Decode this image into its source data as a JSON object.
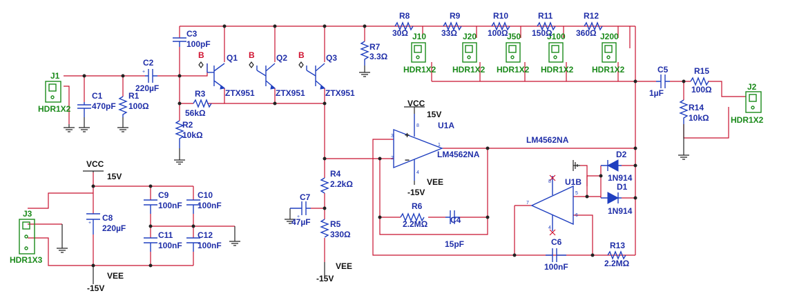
{
  "components": {
    "J1": {
      "ref": "J1",
      "part": "HDR1X2"
    },
    "J2": {
      "ref": "J2",
      "part": "HDR1X2"
    },
    "J3": {
      "ref": "J3",
      "part": "HDR1X3"
    },
    "J10": {
      "ref": "J10",
      "part": "HDR1X2"
    },
    "J20": {
      "ref": "J20",
      "part": "HDR1X2"
    },
    "J50": {
      "ref": "J50",
      "part": "HDR1X2"
    },
    "J100": {
      "ref": "J100",
      "part": "HDR1X2"
    },
    "J200": {
      "ref": "J200",
      "part": "HDR1X2"
    },
    "C1": {
      "ref": "C1",
      "value": "470pF"
    },
    "C2": {
      "ref": "C2",
      "value": "220µF"
    },
    "C3": {
      "ref": "C3",
      "value": "100pF"
    },
    "C4": {
      "ref": "C4",
      "value": "15pF"
    },
    "C5": {
      "ref": "C5",
      "value": "1µF"
    },
    "C6": {
      "ref": "C6",
      "value": "100nF"
    },
    "C7": {
      "ref": "C7",
      "value": "47µF"
    },
    "C8": {
      "ref": "C8",
      "value": "220µF"
    },
    "C9": {
      "ref": "C9",
      "value": "100nF"
    },
    "C10": {
      "ref": "C10",
      "value": "100nF"
    },
    "C11": {
      "ref": "C11",
      "value": "100nF"
    },
    "C12": {
      "ref": "C12",
      "value": "100nF"
    },
    "R1": {
      "ref": "R1",
      "value": "100Ω"
    },
    "R2": {
      "ref": "R2",
      "value": "10kΩ"
    },
    "R3": {
      "ref": "R3",
      "value": "56kΩ"
    },
    "R4": {
      "ref": "R4",
      "value": "2.2kΩ"
    },
    "R5": {
      "ref": "R5",
      "value": "330Ω"
    },
    "R6": {
      "ref": "R6",
      "value": "2.2MΩ"
    },
    "R7": {
      "ref": "R7",
      "value": "3.3Ω"
    },
    "R8": {
      "ref": "R8",
      "value": "30Ω"
    },
    "R9": {
      "ref": "R9",
      "value": "33Ω"
    },
    "R10": {
      "ref": "R10",
      "value": "100Ω"
    },
    "R11": {
      "ref": "R11",
      "value": "150Ω"
    },
    "R12": {
      "ref": "R12",
      "value": "360Ω"
    },
    "R13": {
      "ref": "R13",
      "value": "2.2MΩ"
    },
    "R14": {
      "ref": "R14",
      "value": "10kΩ"
    },
    "R15": {
      "ref": "R15",
      "value": "100Ω"
    },
    "Q1": {
      "ref": "Q1",
      "part": "ZTX951"
    },
    "Q2": {
      "ref": "Q2",
      "part": "ZTX951"
    },
    "Q3": {
      "ref": "Q3",
      "part": "ZTX951"
    },
    "U1A": {
      "ref": "U1A",
      "part": "LM4562NA"
    },
    "U1B": {
      "ref": "U1B"
    },
    "D1": {
      "ref": "D1",
      "part": "1N914"
    },
    "D2": {
      "ref": "D2",
      "part": "1N914"
    }
  },
  "net_labels": {
    "base_marker": "B",
    "u1b_part": "LM4562NA"
  },
  "power": {
    "vcc": "VCC",
    "vee": "VEE",
    "pos15": "15V",
    "neg15": "-15V"
  },
  "pins": {
    "u1a_in_plus": "3",
    "u1a_in_minus": "2",
    "u1a_out": "1",
    "u1a_vcc": "8",
    "u1a_vee": "4",
    "u1b_in_plus": "5",
    "u1b_in_minus": "6",
    "u1b_out": "7",
    "u1b_vcc": "8",
    "u1b_vee": "4"
  },
  "colors": {
    "wire": "#c8102e",
    "component": "#1f3fbf",
    "connector": "#1a8a1a",
    "label": "#1f2ea8",
    "net_marker": "#d0102e"
  }
}
